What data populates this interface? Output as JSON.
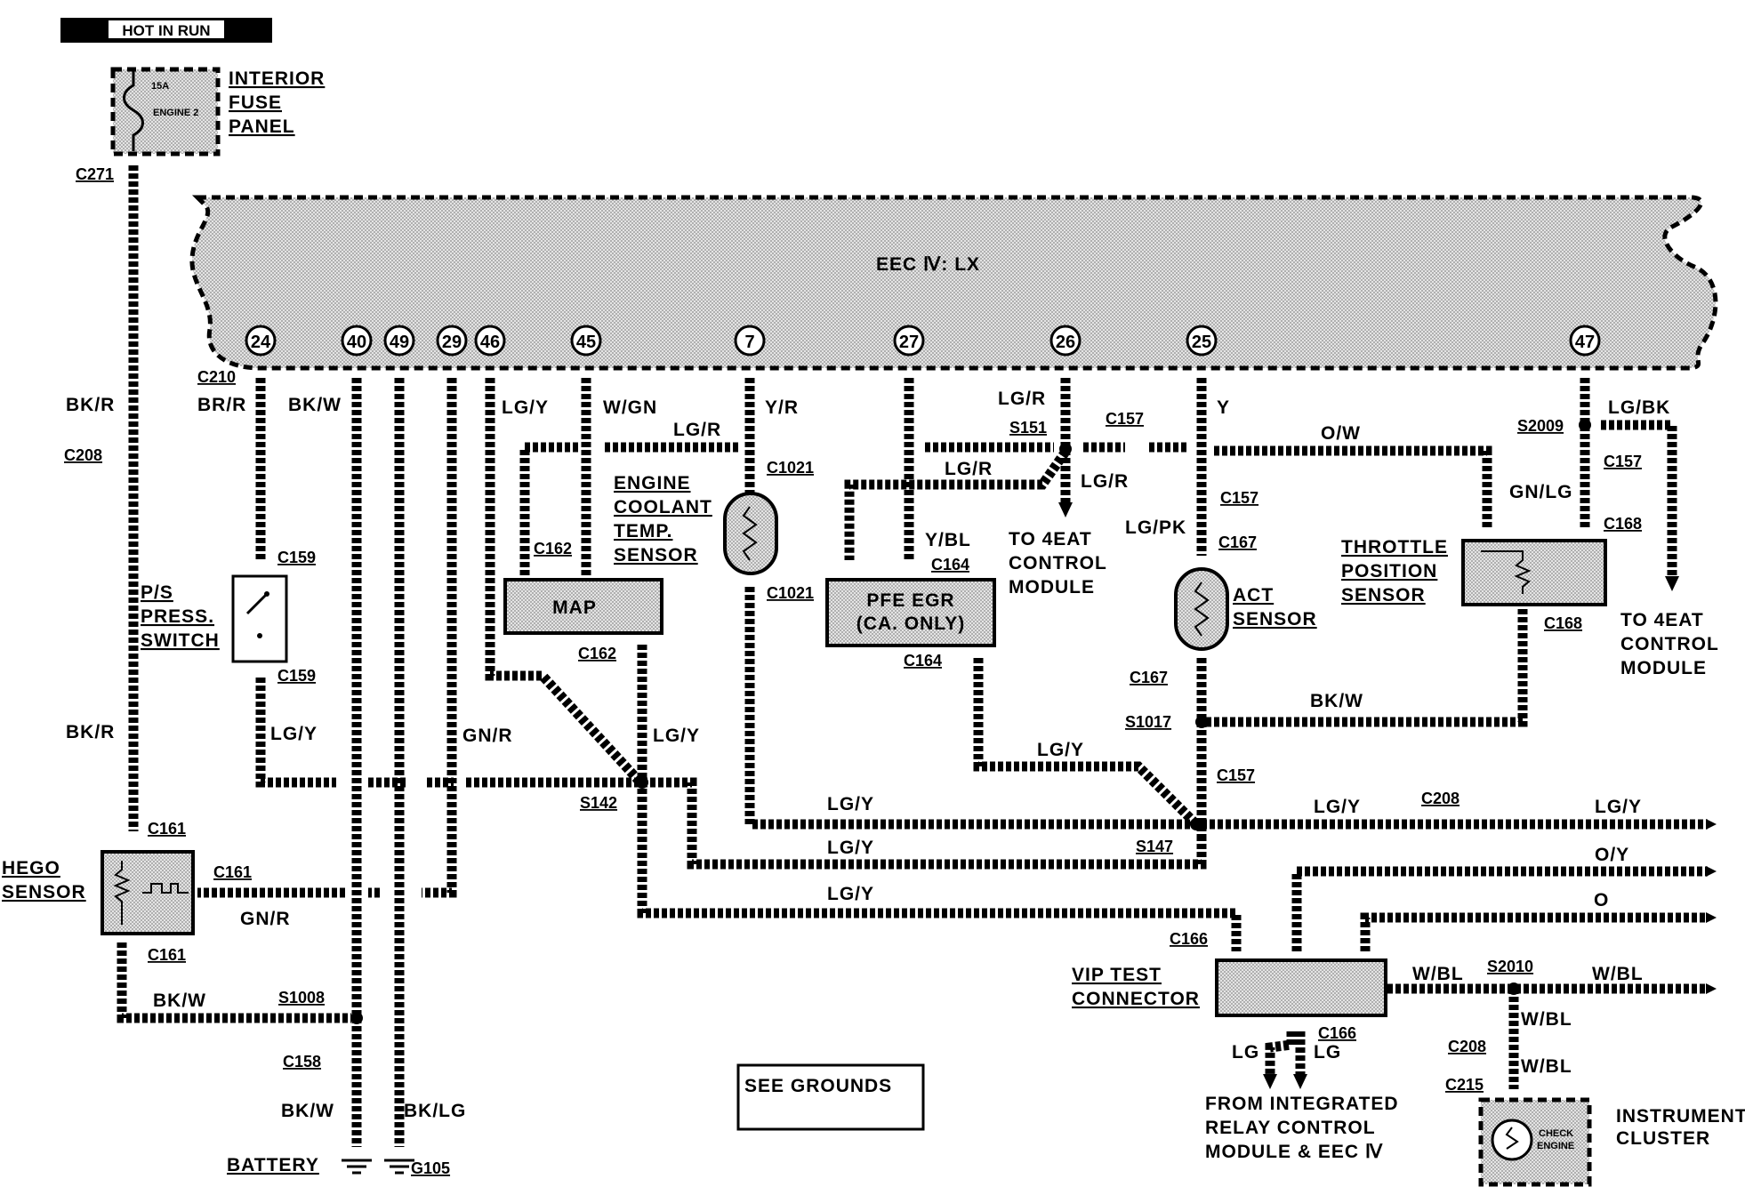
{
  "header": {
    "hot_in_run": "HOT IN RUN"
  },
  "fuse_panel": {
    "label_l1": "INTERIOR",
    "label_l2": "FUSE",
    "label_l3": "PANEL",
    "fuse_amp": "15A",
    "fuse_name": "ENGINE 2"
  },
  "module": {
    "label": "EEC Ⅳ: LX"
  },
  "pins": [
    "24",
    "40",
    "49",
    "29",
    "46",
    "45",
    "7",
    "27",
    "26",
    "25",
    "47"
  ],
  "connectors": {
    "c271": "C271",
    "c210": "C210",
    "c208_a": "C208",
    "c159_top": "C159",
    "c159_bot": "C159",
    "c162_top": "C162",
    "c162_bot": "C162",
    "c1021_top": "C1021",
    "c1021_bot": "C1021",
    "c164_top": "C164",
    "c164_bot": "C164",
    "s151": "S151",
    "c157_a": "C157",
    "c157_b": "C157",
    "c167_a": "C167",
    "c167_b": "C167",
    "s2009": "S2009",
    "c157_c": "C157",
    "c168_a": "C168",
    "c168_b": "C168",
    "s1017": "S1017",
    "c157_d": "C157",
    "s142": "S142",
    "s147": "S147",
    "c208_b": "C208",
    "c161_a": "C161",
    "c161_b": "C161",
    "c161_c": "C161",
    "s1008": "S1008",
    "c158": "C158",
    "g105": "G105",
    "c166_a": "C166",
    "c166_b": "C166",
    "s2010": "S2010",
    "c208_c": "C208",
    "c215": "C215"
  },
  "wire_colors": {
    "bk_r_1": "BK/R",
    "bk_r_2": "BK/R",
    "br_r": "BR/R",
    "bk_w_1": "BK/W",
    "lg_y_1": "LG/Y",
    "w_gn": "W/GN",
    "lg_r_1": "LG/R",
    "y_r": "Y/R",
    "lg_r_2": "LG/R",
    "lg_r_3": "LG/R",
    "lg_r_4": "LG/R",
    "y": "Y",
    "o_w": "O/W",
    "lg_bk": "LG/BK",
    "gn_lg": "GN/LG",
    "lg_pk": "LG/PK",
    "y_bl": "Y/BL",
    "bk_w_2": "BK/W",
    "lg_y_2": "LG/Y",
    "gn_r_1": "GN/R",
    "lg_y_3": "LG/Y",
    "lg_y_4": "LG/Y",
    "lg_y_5": "LG/Y",
    "lg_y_6": "LG/Y",
    "lg_y_7": "LG/Y",
    "lg_y_8": "LG/Y",
    "lg_y_9": "LG/Y",
    "o_y": "O/Y",
    "o": "O",
    "gn_r_2": "GN/R",
    "bk_w_3": "BK/W",
    "bk_w_4": "BK/W",
    "bk_lg": "BK/LG",
    "w_bl_1": "W/BL",
    "w_bl_2": "W/BL",
    "w_bl_3": "W/BL",
    "w_bl_4": "W/BL",
    "lg_1": "LG",
    "lg_2": "LG"
  },
  "components": {
    "ps_switch_l1": "P/S",
    "ps_switch_l2": "PRESS.",
    "ps_switch_l3": "SWITCH",
    "map": "MAP",
    "ect_l1": "ENGINE",
    "ect_l2": "COOLANT",
    "ect_l3": "TEMP.",
    "ect_l4": "SENSOR",
    "pfe_l1": "PFE EGR",
    "pfe_l2": "(CA. ONLY)",
    "to4eat_a_l1": "TO 4EAT",
    "to4eat_a_l2": "CONTROL",
    "to4eat_a_l3": "MODULE",
    "act_l1": "ACT",
    "act_l2": "SENSOR",
    "tps_l1": "THROTTLE",
    "tps_l2": "POSITION",
    "tps_l3": "SENSOR",
    "to4eat_b_l1": "TO 4EAT",
    "to4eat_b_l2": "CONTROL",
    "to4eat_b_l3": "MODULE",
    "hego_l1": "HEGO",
    "hego_l2": "SENSOR",
    "battery": "BATTERY",
    "see_grounds": "SEE GROUNDS",
    "vip_l1": "VIP TEST",
    "vip_l2": "CONNECTOR",
    "from_l1": "FROM INTEGRATED",
    "from_l2": "RELAY CONTROL",
    "from_l3": "MODULE & EEC Ⅳ",
    "check_engine_l1": "CHECK",
    "check_engine_l2": "ENGINE",
    "instrument_l1": "INSTRUMENT",
    "instrument_l2": "CLUSTER"
  }
}
